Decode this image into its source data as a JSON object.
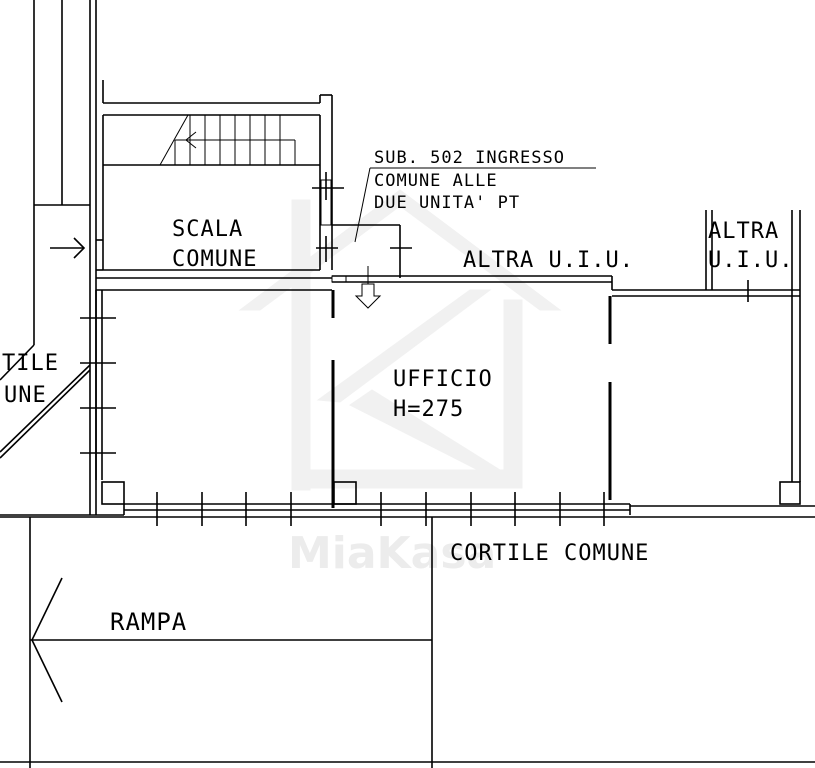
{
  "labels": {
    "sub_line1": "SUB. 502 INGRESSO",
    "sub_line2": "COMUNE ALLE",
    "sub_line3": "DUE UNITA' PT",
    "scala_line1": "SCALA",
    "scala_line2": "COMUNE",
    "altra_uiu": "ALTRA U.I.U.",
    "altra_right_line1": "ALTRA",
    "altra_right_line2": "U.I.U.",
    "cortile_left_line1": "TILE",
    "cortile_left_line2": "UNE",
    "ufficio_line1": "UFFICIO",
    "ufficio_line2": "H=275",
    "cortile_comune": "CORTILE COMUNE",
    "rampa": "RAMPA"
  },
  "watermark": {
    "logo_icon": "house-k-logo-icon",
    "text": "MiaKasa"
  }
}
